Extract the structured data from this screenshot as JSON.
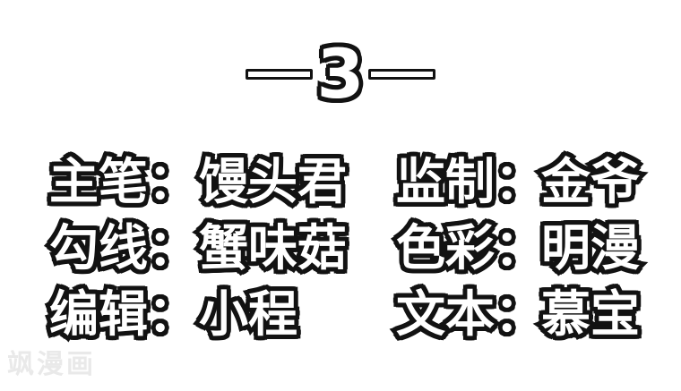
{
  "page": {
    "background": "#ffffff",
    "text_fill": "#ffffff",
    "outline_color": "#121212",
    "watermark_color": "#e9e9e9"
  },
  "title": {
    "chapter_number": "3"
  },
  "credits": {
    "rows": [
      {
        "left_label": "主笔：",
        "left_value": "馒头君",
        "right_label": "监制：",
        "right_value": "金爷"
      },
      {
        "left_label": "勾线：",
        "left_value": "蟹味菇",
        "right_label": "色彩：",
        "right_value": "明漫"
      },
      {
        "left_label": "编辑：",
        "left_value": "小程",
        "right_label": "文本：",
        "right_value": "慕宝"
      }
    ]
  },
  "watermark": {
    "text": "飒漫画"
  }
}
